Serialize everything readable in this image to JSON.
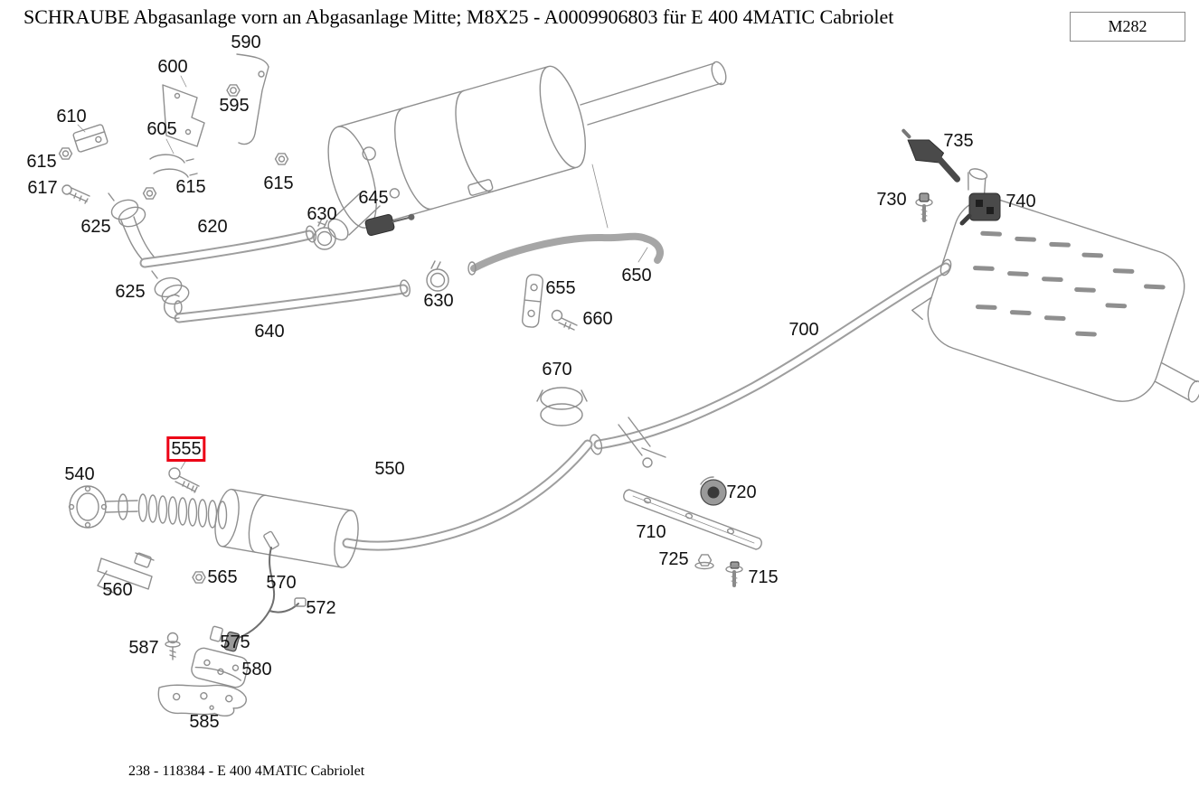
{
  "header": {
    "title": "SCHRAUBE Abgasanlage vorn an Abgasanlage Mitte; M8X25 - A0009906803 für E 400 4MATIC Cabriolet",
    "model_code": "M282"
  },
  "footer": {
    "caption": "238 - 118384 - E 400 4MATIC Cabriolet"
  },
  "diagram": {
    "selected_part": "555"
  },
  "labels": [
    {
      "text": "590"
    },
    {
      "text": "600"
    },
    {
      "text": "595"
    },
    {
      "text": "610"
    },
    {
      "text": "605"
    },
    {
      "text": "615"
    },
    {
      "text": "617"
    },
    {
      "text": "615"
    },
    {
      "text": "615"
    },
    {
      "text": "625"
    },
    {
      "text": "620"
    },
    {
      "text": "630"
    },
    {
      "text": "645"
    },
    {
      "text": "625"
    },
    {
      "text": "630"
    },
    {
      "text": "640"
    },
    {
      "text": "655"
    },
    {
      "text": "650"
    },
    {
      "text": "660"
    },
    {
      "text": "670"
    },
    {
      "text": "700"
    },
    {
      "text": "735"
    },
    {
      "text": "730"
    },
    {
      "text": "740"
    },
    {
      "text": "540"
    },
    {
      "text": "555",
      "highlighted": true
    },
    {
      "text": "550"
    },
    {
      "text": "560"
    },
    {
      "text": "565"
    },
    {
      "text": "570"
    },
    {
      "text": "572"
    },
    {
      "text": "575"
    },
    {
      "text": "587"
    },
    {
      "text": "580"
    },
    {
      "text": "585"
    },
    {
      "text": "720"
    },
    {
      "text": "710"
    },
    {
      "text": "725"
    },
    {
      "text": "715"
    }
  ]
}
